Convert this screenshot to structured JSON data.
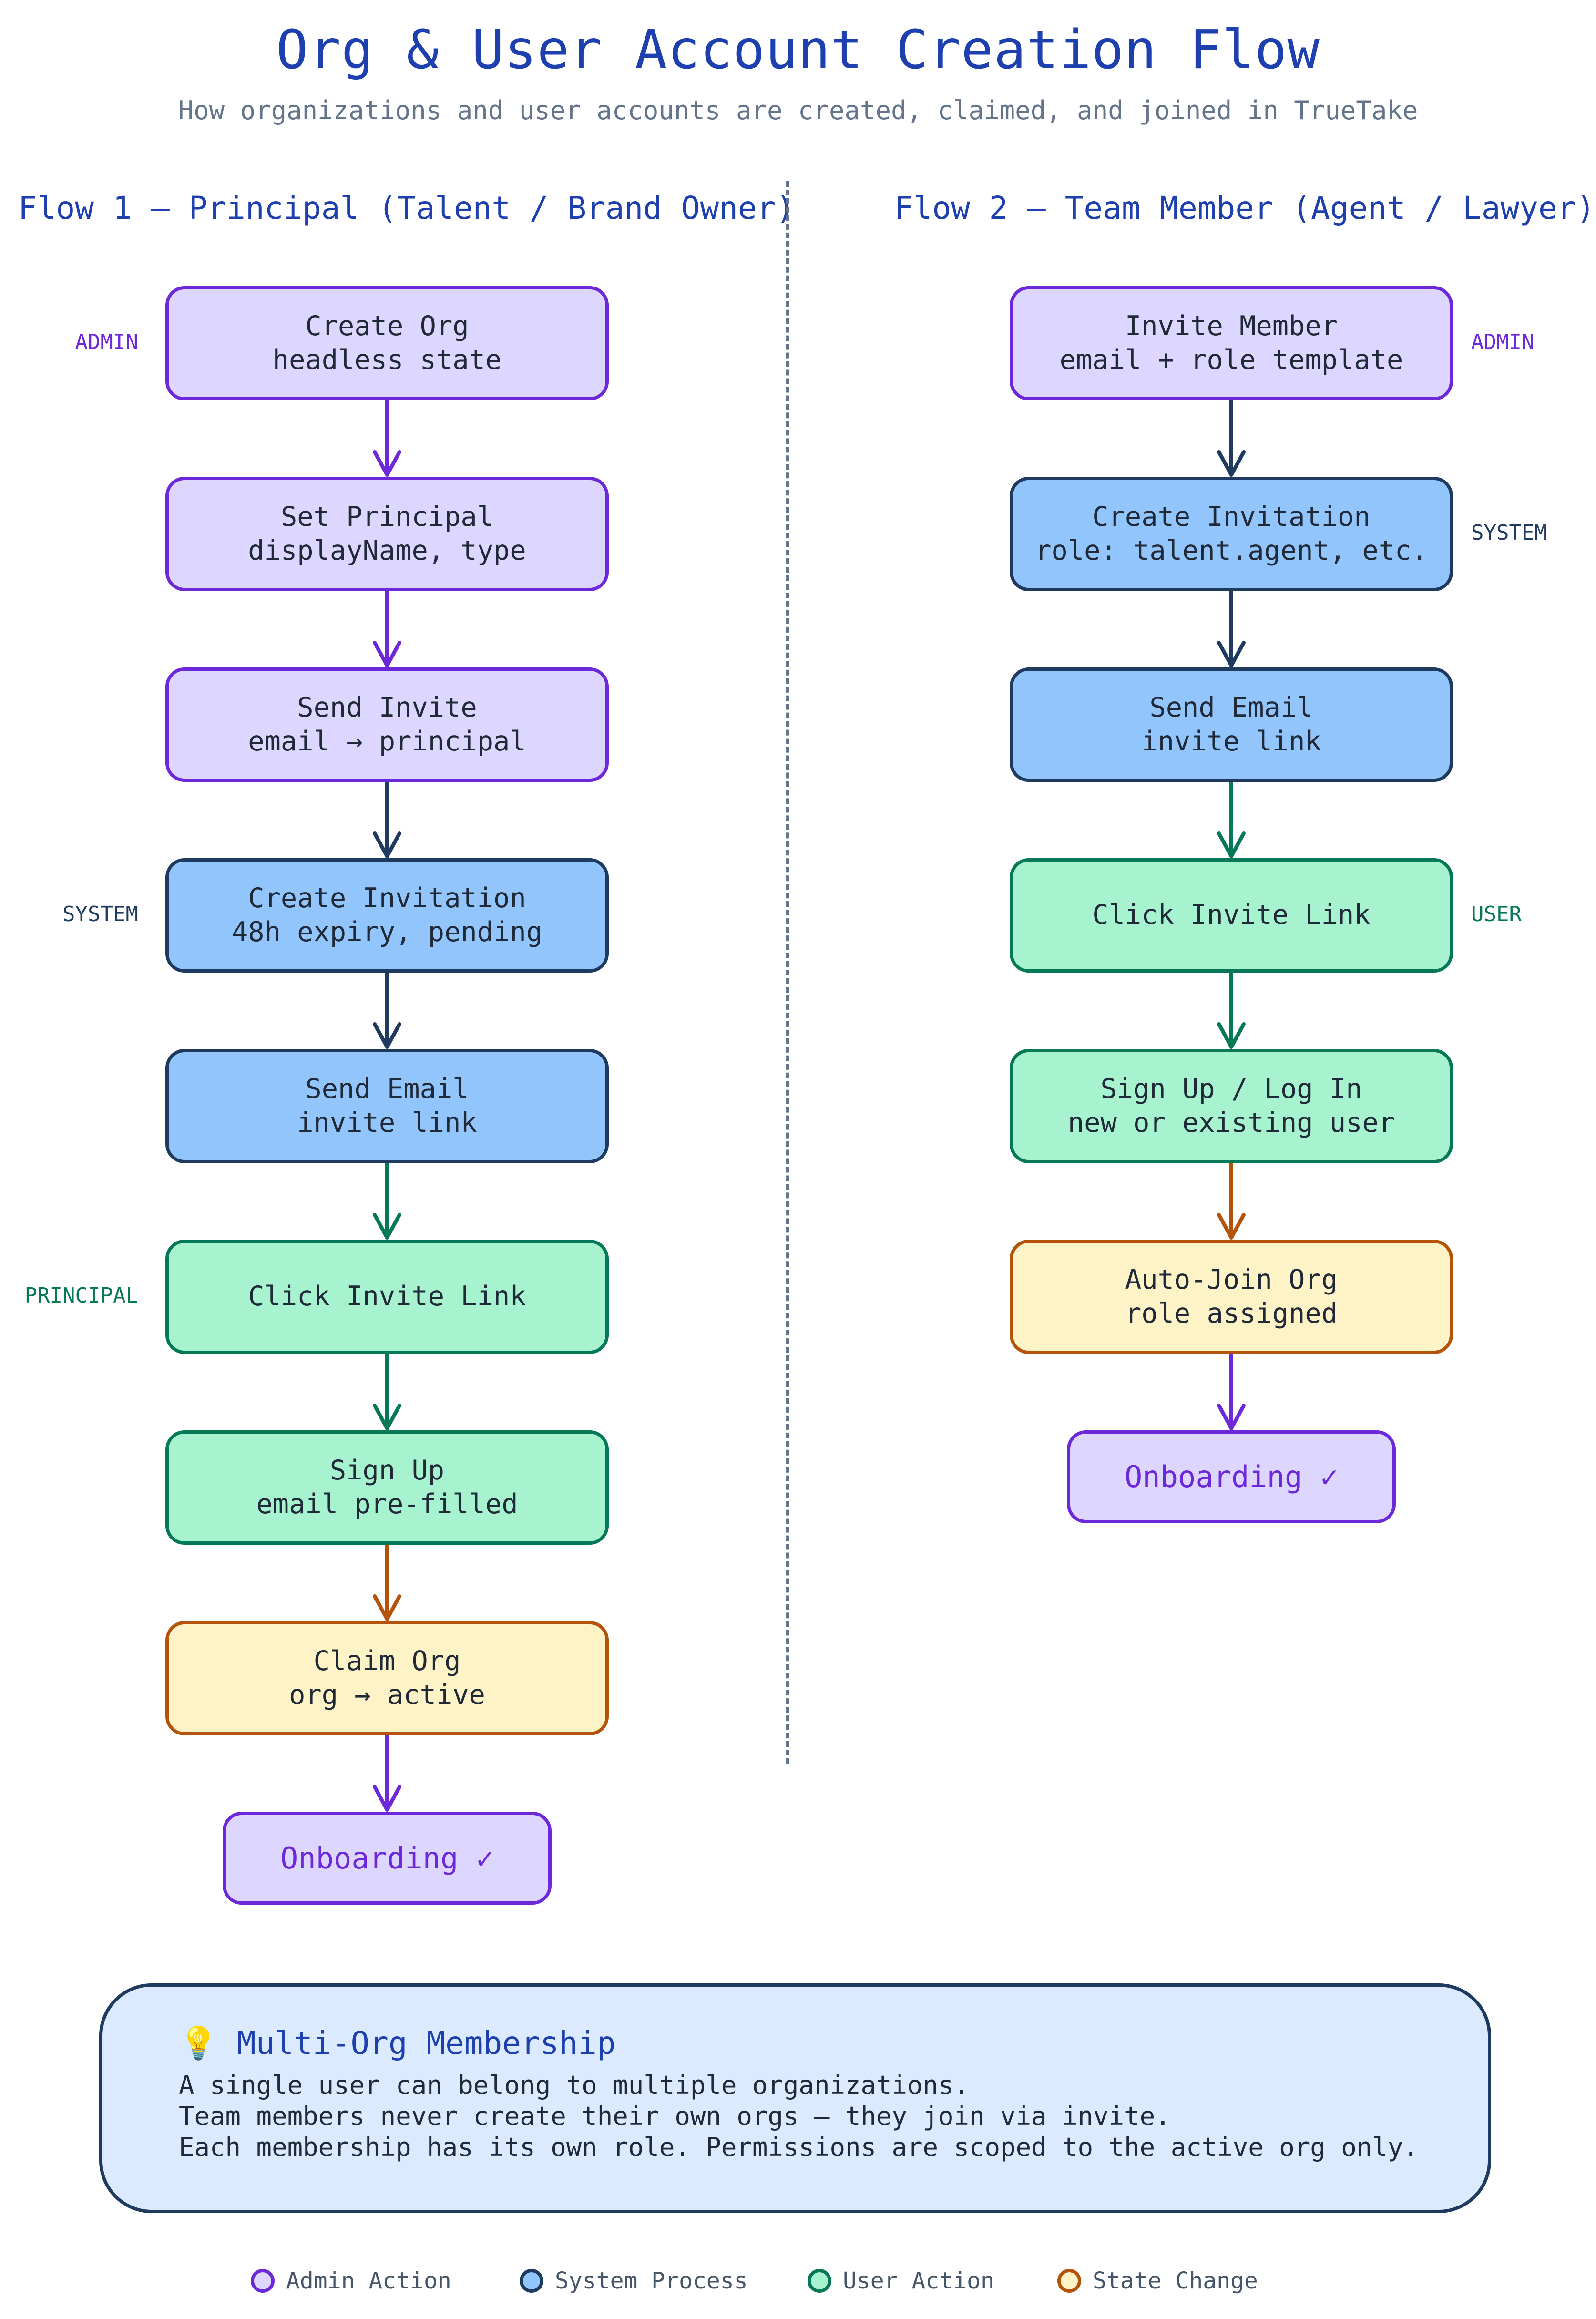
{
  "title": "Org & User Account Creation Flow",
  "subtitle": "How organizations and user accounts are created, claimed, and joined in TrueTake",
  "flow1": {
    "heading": "Flow 1 — Principal (Talent / Brand Owner)",
    "steps": [
      {
        "line1": "Create Org",
        "line2": "headless state",
        "kind": "admin",
        "label": "ADMIN"
      },
      {
        "line1": "Set Principal",
        "line2": "displayName, type",
        "kind": "admin",
        "label": ""
      },
      {
        "line1": "Send Invite",
        "line2": "email → principal",
        "kind": "admin",
        "label": ""
      },
      {
        "line1": "Create Invitation",
        "line2": "48h expiry, pending",
        "kind": "system",
        "label": "SYSTEM"
      },
      {
        "line1": "Send Email",
        "line2": "invite link",
        "kind": "system",
        "label": ""
      },
      {
        "line1": "Click Invite Link",
        "line2": "",
        "kind": "user",
        "label": "PRINCIPAL"
      },
      {
        "line1": "Sign Up",
        "line2": "email pre-filled",
        "kind": "user",
        "label": ""
      },
      {
        "line1": "Claim Org",
        "line2": "org → active",
        "kind": "state",
        "label": ""
      }
    ],
    "end": "Onboarding ✓"
  },
  "flow2": {
    "heading": "Flow 2 — Team Member (Agent / Lawyer)",
    "steps": [
      {
        "line1": "Invite Member",
        "line2": "email + role template",
        "kind": "admin",
        "label": "ADMIN"
      },
      {
        "line1": "Create Invitation",
        "line2": "role: talent.agent, etc.",
        "kind": "system",
        "label": "SYSTEM"
      },
      {
        "line1": "Send Email",
        "line2": "invite link",
        "kind": "system",
        "label": ""
      },
      {
        "line1": "Click Invite Link",
        "line2": "",
        "kind": "user",
        "label": "USER"
      },
      {
        "line1": "Sign Up / Log In",
        "line2": "new or existing user",
        "kind": "user",
        "label": ""
      },
      {
        "line1": "Auto-Join Org",
        "line2": "role assigned",
        "kind": "state",
        "label": ""
      }
    ],
    "end": "Onboarding ✓"
  },
  "callout": {
    "icon": "💡",
    "title": "Multi-Org Membership",
    "lines": [
      "A single user can belong to multiple organizations.",
      "Team members never create their own orgs — they join via invite.",
      "Each membership has its own role. Permissions are scoped to the active org only."
    ]
  },
  "legend": [
    {
      "label": "Admin Action",
      "kind": "admin"
    },
    {
      "label": "System Process",
      "kind": "system"
    },
    {
      "label": "User Action",
      "kind": "user"
    },
    {
      "label": "State Change",
      "kind": "state"
    }
  ],
  "colors": {
    "admin": {
      "fill": "#ddd6fe",
      "stroke": "#6d28d9"
    },
    "system": {
      "fill": "#93c5fd",
      "stroke": "#1e3a5f"
    },
    "user": {
      "fill": "#a7f3d0",
      "stroke": "#047857"
    },
    "state": {
      "fill": "#fef3c7",
      "stroke": "#b45309"
    }
  }
}
